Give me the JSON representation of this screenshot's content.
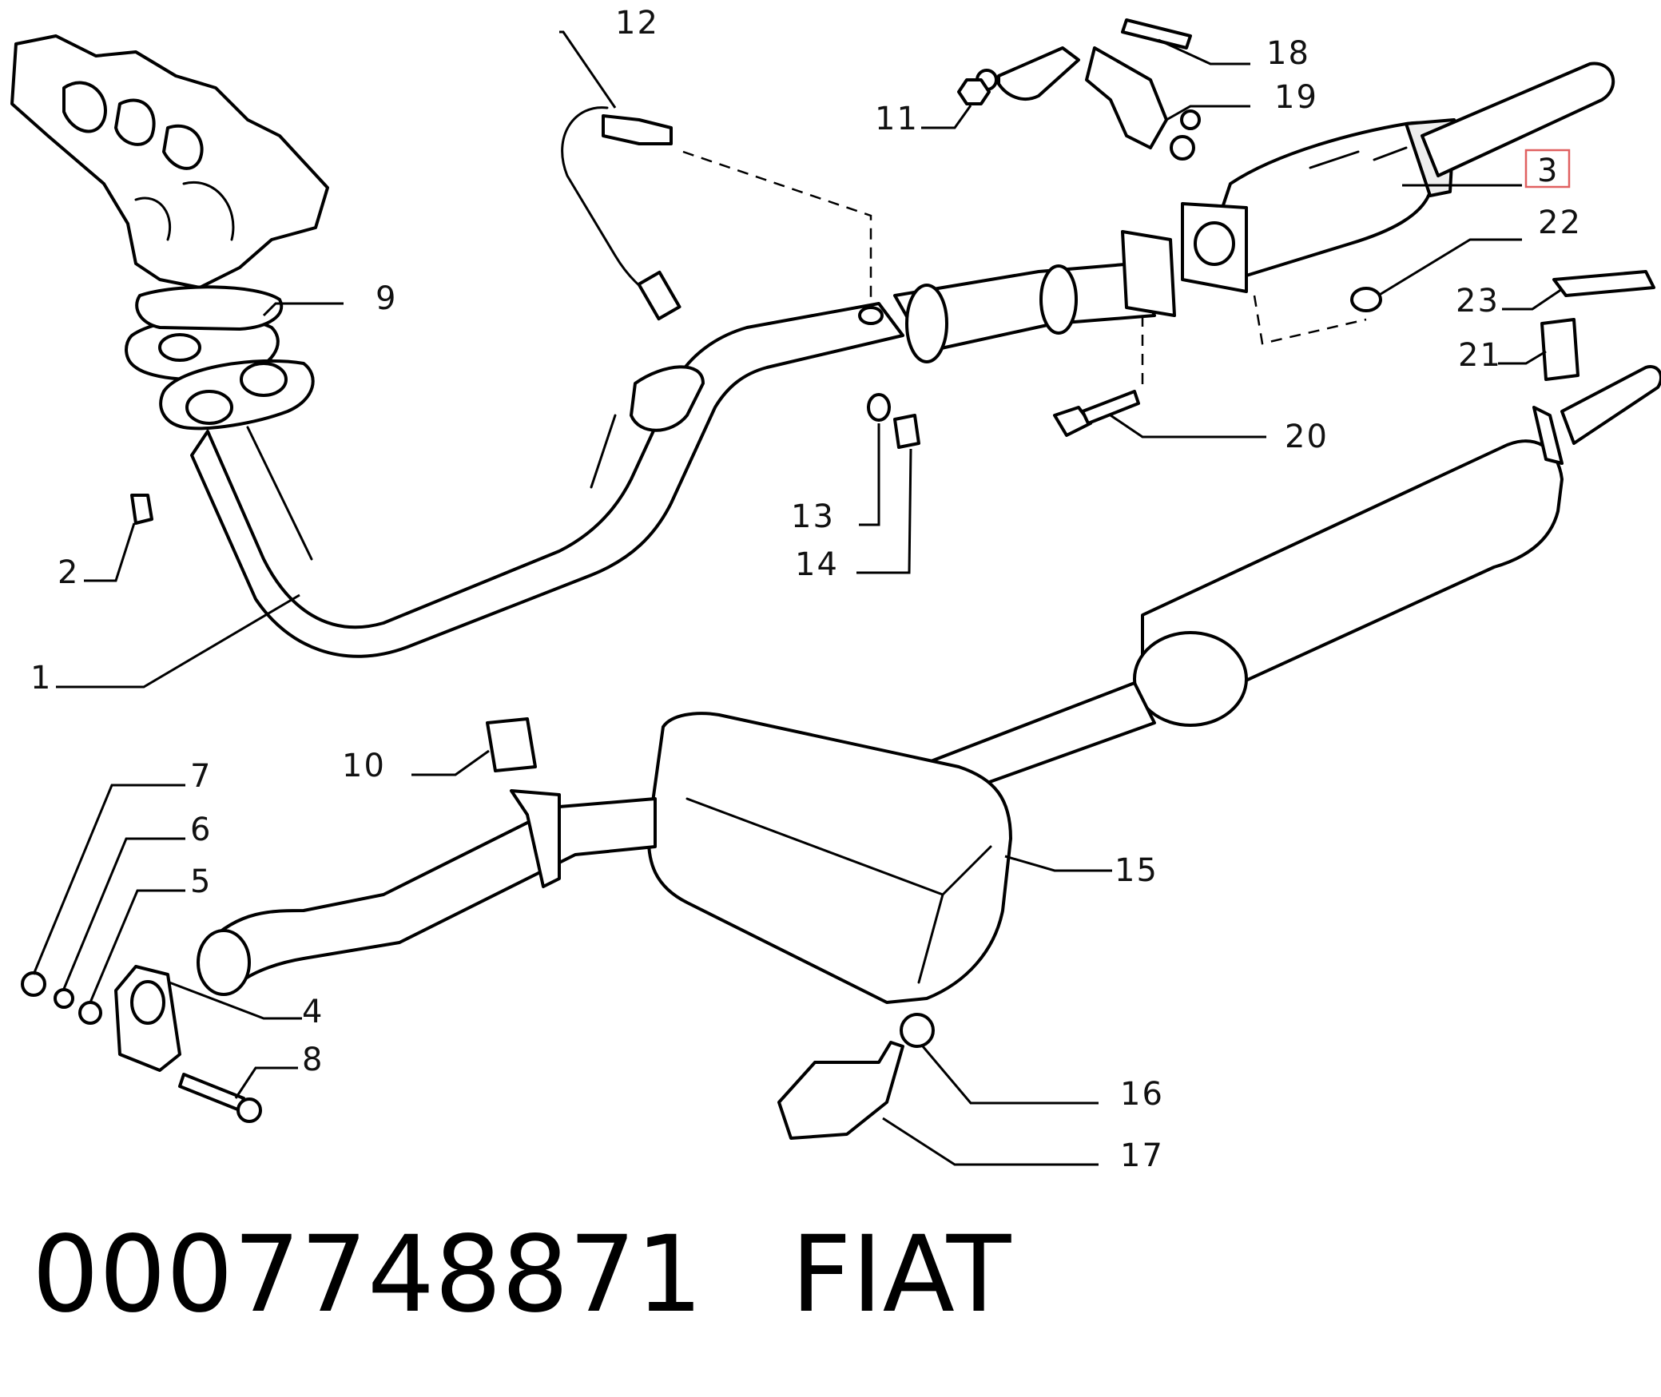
{
  "diagram": {
    "callouts": [
      {
        "id": "1",
        "label": "1"
      },
      {
        "id": "2",
        "label": "2"
      },
      {
        "id": "3",
        "label": "3"
      },
      {
        "id": "4",
        "label": "4"
      },
      {
        "id": "5",
        "label": "5"
      },
      {
        "id": "6",
        "label": "6"
      },
      {
        "id": "7",
        "label": "7"
      },
      {
        "id": "8",
        "label": "8"
      },
      {
        "id": "9",
        "label": "9"
      },
      {
        "id": "10",
        "label": "10"
      },
      {
        "id": "11",
        "label": "11"
      },
      {
        "id": "12",
        "label": "12"
      },
      {
        "id": "13",
        "label": "13"
      },
      {
        "id": "14",
        "label": "14"
      },
      {
        "id": "15",
        "label": "15"
      },
      {
        "id": "16",
        "label": "16"
      },
      {
        "id": "17",
        "label": "17"
      },
      {
        "id": "18",
        "label": "18"
      },
      {
        "id": "19",
        "label": "19"
      },
      {
        "id": "20",
        "label": "20"
      },
      {
        "id": "21",
        "label": "21"
      },
      {
        "id": "22",
        "label": "22"
      },
      {
        "id": "23",
        "label": "23"
      }
    ],
    "highlighted_callout": "3",
    "highlight_color": "#e06060"
  },
  "caption": {
    "part_number": "0007748871",
    "brand": "FIAT"
  }
}
